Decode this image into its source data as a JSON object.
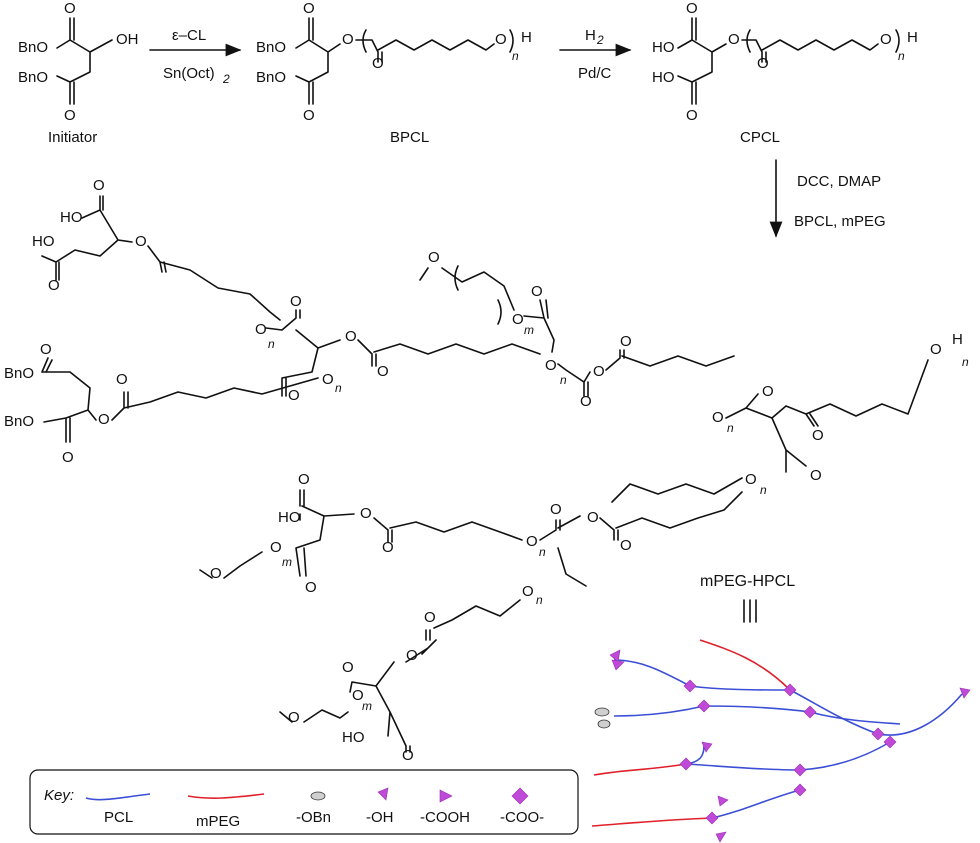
{
  "scheme": {
    "step1_reagent_top": "ε–CL",
    "step1_reagent_bottom": "Sn(Oct)",
    "step1_reagent_bottom_sub": "2",
    "step2_reagent_top": "H",
    "step2_reagent_top_sub": "2",
    "step2_reagent_bottom": "Pd/C",
    "step3_reagent_top": "DCC, DMAP",
    "step3_reagent_bottom": "BPCL, mPEG",
    "initiator_label": "Initiator",
    "bpcl_label": "BPCL",
    "cpcl_label": "CPCL",
    "product_label": "mPEG-HPCL"
  },
  "atoms": {
    "BnO": "BnO",
    "HO": "HO",
    "OH": "OH",
    "O": "O",
    "H": "H",
    "n": "n",
    "m": "m"
  },
  "key": {
    "title": "Key:",
    "pcl": "PCL",
    "mpeg": "mPEG",
    "obn": "-OBn",
    "oh": "-OH",
    "cooh": "-COOH",
    "coo": "-COO-"
  },
  "colors": {
    "pcl": "#3b4fd6",
    "mpeg": "#e0202a",
    "marker": "#c04ad8",
    "obn": "#cfcfcf"
  }
}
